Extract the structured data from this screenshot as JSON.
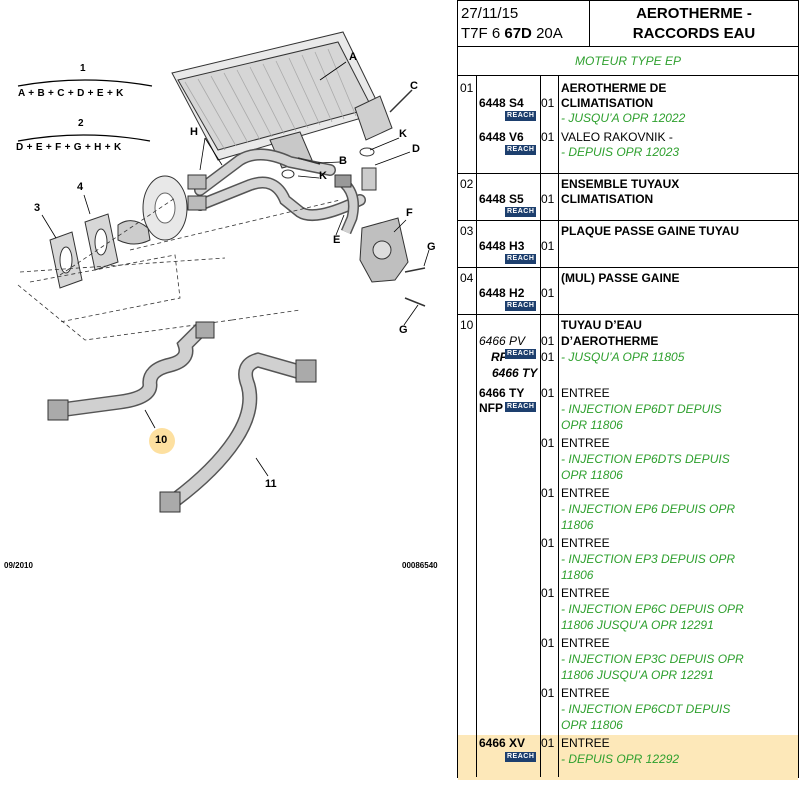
{
  "diagram": {
    "formula1_num": "1",
    "formula1": "A + B + C + D + E + K",
    "formula2_num": "2",
    "formula2": "D + E + F + G + H + K",
    "labels": {
      "A": "A",
      "B": "B",
      "C": "C",
      "D": "D",
      "E": "E",
      "F": "F",
      "G1": "G",
      "G2": "G",
      "H": "H",
      "K1": "K",
      "K2": "K",
      "n3": "3",
      "n4": "4",
      "n10": "10",
      "n11": "11"
    },
    "footer_date": "09/2010",
    "footer_ref": "00086540",
    "highlight_color": "#fde0a0"
  },
  "header": {
    "date": "27/11/15",
    "code_prefix": "T7F 6",
    "code_bold": "67D",
    "code_suffix": "20A",
    "title_line1": "AEROTHERME -",
    "title_line2": "RACCORDS EAU"
  },
  "engine": "MOTEUR TYPE EP",
  "reach_badge": "REACH",
  "sections": [
    {
      "num": "01",
      "rows": [
        {
          "ref": "6448 S4",
          "qty": "01",
          "lines": [
            {
              "text": "AEROTHERME DE",
              "style": "bold"
            },
            {
              "text": "CLIMATISATION",
              "style": "bold"
            },
            {
              "text": "- JUSQU’A OPR 12022",
              "style": "green"
            }
          ]
        },
        {
          "ref": "6448 V6",
          "qty": "01",
          "lines": [
            {
              "text": "VALEO RAKOVNIK -",
              "style": "plain"
            },
            {
              "text": "- DEPUIS OPR 12023",
              "style": "green"
            }
          ]
        }
      ]
    },
    {
      "num": "02",
      "rows": [
        {
          "ref": "6448 S5",
          "qty": "01",
          "lines": [
            {
              "text": "ENSEMBLE TUYAUX",
              "style": "bold"
            },
            {
              "text": "CLIMATISATION",
              "style": "bold"
            }
          ]
        }
      ]
    },
    {
      "num": "03",
      "rows": [
        {
          "ref": "6448 H3",
          "qty": "01",
          "lines": [
            {
              "text": "PLAQUE PASSE GAINE TUYAU",
              "style": "bold"
            }
          ]
        }
      ]
    },
    {
      "num": "04",
      "rows": [
        {
          "ref": "6448 H2",
          "qty": "01",
          "lines": [
            {
              "text": "(MUL) PASSE GAINE",
              "style": "bold"
            }
          ]
        }
      ]
    },
    {
      "num": "10",
      "rows": [
        {
          "ref": "6466 PV",
          "ref2": "RP",
          "ref3": "6466 TY",
          "qty": "01",
          "qty2": "01",
          "lines": [
            {
              "text": "TUYAU D’EAU",
              "style": "bold"
            },
            {
              "text": "D’AEROTHERME",
              "style": "bold"
            },
            {
              "text": "- JUSQU’A OPR 11805",
              "style": "green"
            }
          ]
        },
        {
          "ref": "6466 TY",
          "ref2": "NFP",
          "entries": [
            {
              "qty": "01",
              "label": "ENTREE",
              "note": [
                "- INJECTION EP6DT DEPUIS",
                "OPR 11806"
              ]
            },
            {
              "qty": "01",
              "label": "ENTREE",
              "note": [
                "- INJECTION EP6DTS DEPUIS",
                "OPR 11806"
              ]
            },
            {
              "qty": "01",
              "label": "ENTREE",
              "note": [
                "- INJECTION EP6 DEPUIS OPR",
                "11806"
              ]
            },
            {
              "qty": "01",
              "label": "ENTREE",
              "note": [
                "- INJECTION EP3 DEPUIS OPR",
                "11806"
              ]
            },
            {
              "qty": "01",
              "label": "ENTREE",
              "note": [
                "- INJECTION EP6C DEPUIS OPR",
                "11806 JUSQU’A OPR 12291"
              ]
            },
            {
              "qty": "01",
              "label": "ENTREE",
              "note": [
                "- INJECTION EP3C DEPUIS OPR",
                "11806 JUSQU’A OPR 12291"
              ]
            },
            {
              "qty": "01",
              "label": "ENTREE",
              "note": [
                "- INJECTION EP6CDT DEPUIS",
                "OPR 11806"
              ]
            }
          ]
        },
        {
          "ref": "6466 XV",
          "qty": "01",
          "label": "ENTREE",
          "note": "- DEPUIS OPR 12292"
        }
      ]
    }
  ]
}
